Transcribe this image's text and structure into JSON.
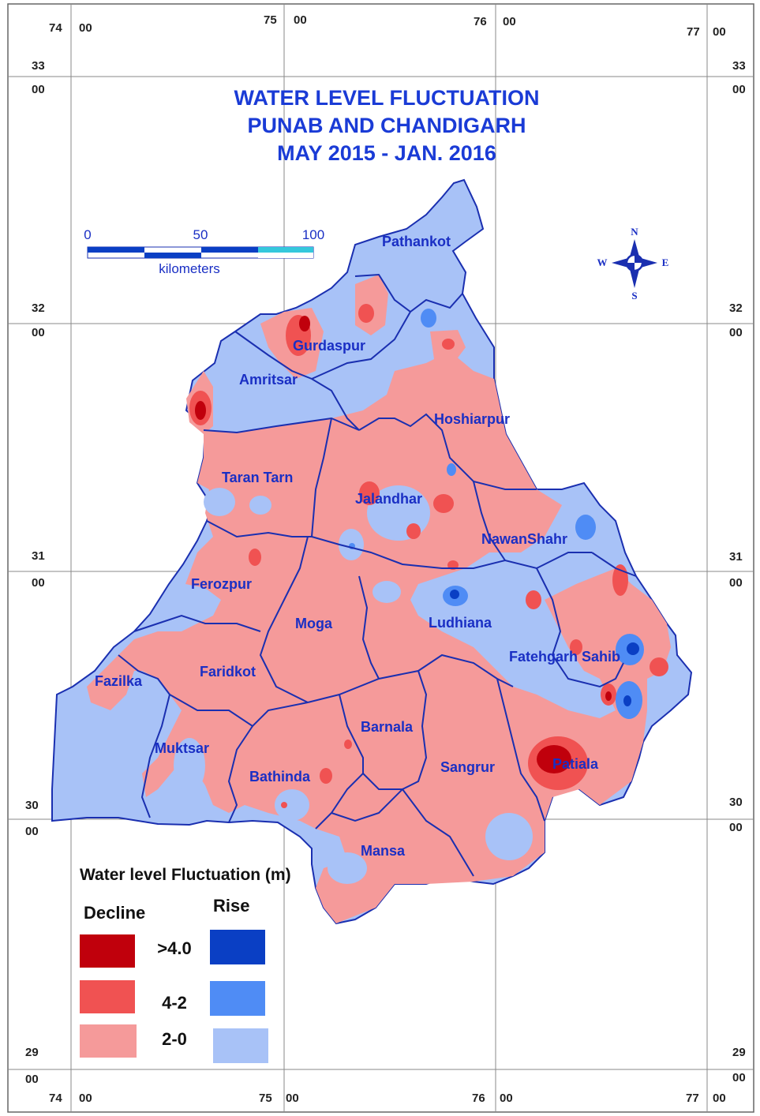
{
  "title": {
    "line1": "WATER LEVEL FLUCTUATION",
    "line2": "PUNAB AND CHANDIGARH",
    "line3": "MAY 2015 - JAN. 2016"
  },
  "coords": {
    "lon_deg": [
      "74",
      "75",
      "76",
      "77"
    ],
    "lon_min": "00",
    "lat_deg": [
      "33",
      "32",
      "31",
      "30",
      "29"
    ],
    "lat_min": "00"
  },
  "scale_bar": {
    "ticks": [
      "0",
      "50",
      "100"
    ],
    "unit": "kilometers"
  },
  "compass": {
    "n": "N",
    "s": "S",
    "e": "E",
    "w": "W"
  },
  "districts": [
    "Pathankot",
    "Gurdaspur",
    "Amritsar",
    "Hoshiarpur",
    "Taran Tarn",
    "Jalandhar",
    "NawanShahr",
    "Ferozpur",
    "Moga",
    "Ludhiana",
    "Fatehgarh Sahib",
    "Faridkot",
    "Fazilka",
    "Barnala",
    "Muktsar",
    "Sangrur",
    "Patiala",
    "Bathinda",
    "Mansa"
  ],
  "legend": {
    "title": "Water level Fluctuation (m)",
    "decline_label": "Decline",
    "rise_label": "Rise",
    "classes": [
      ">4.0",
      "4-2",
      "2-0"
    ],
    "decline_colors": [
      "#c0000c",
      "#f05252",
      "#f59a9a"
    ],
    "rise_colors": [
      "#0a3fc4",
      "#4f8cf5",
      "#a8c2f7"
    ]
  },
  "colors": {
    "title": "#1a3bd6",
    "district_label": "#1a2fc4",
    "boundary": "#1a2fb0"
  }
}
